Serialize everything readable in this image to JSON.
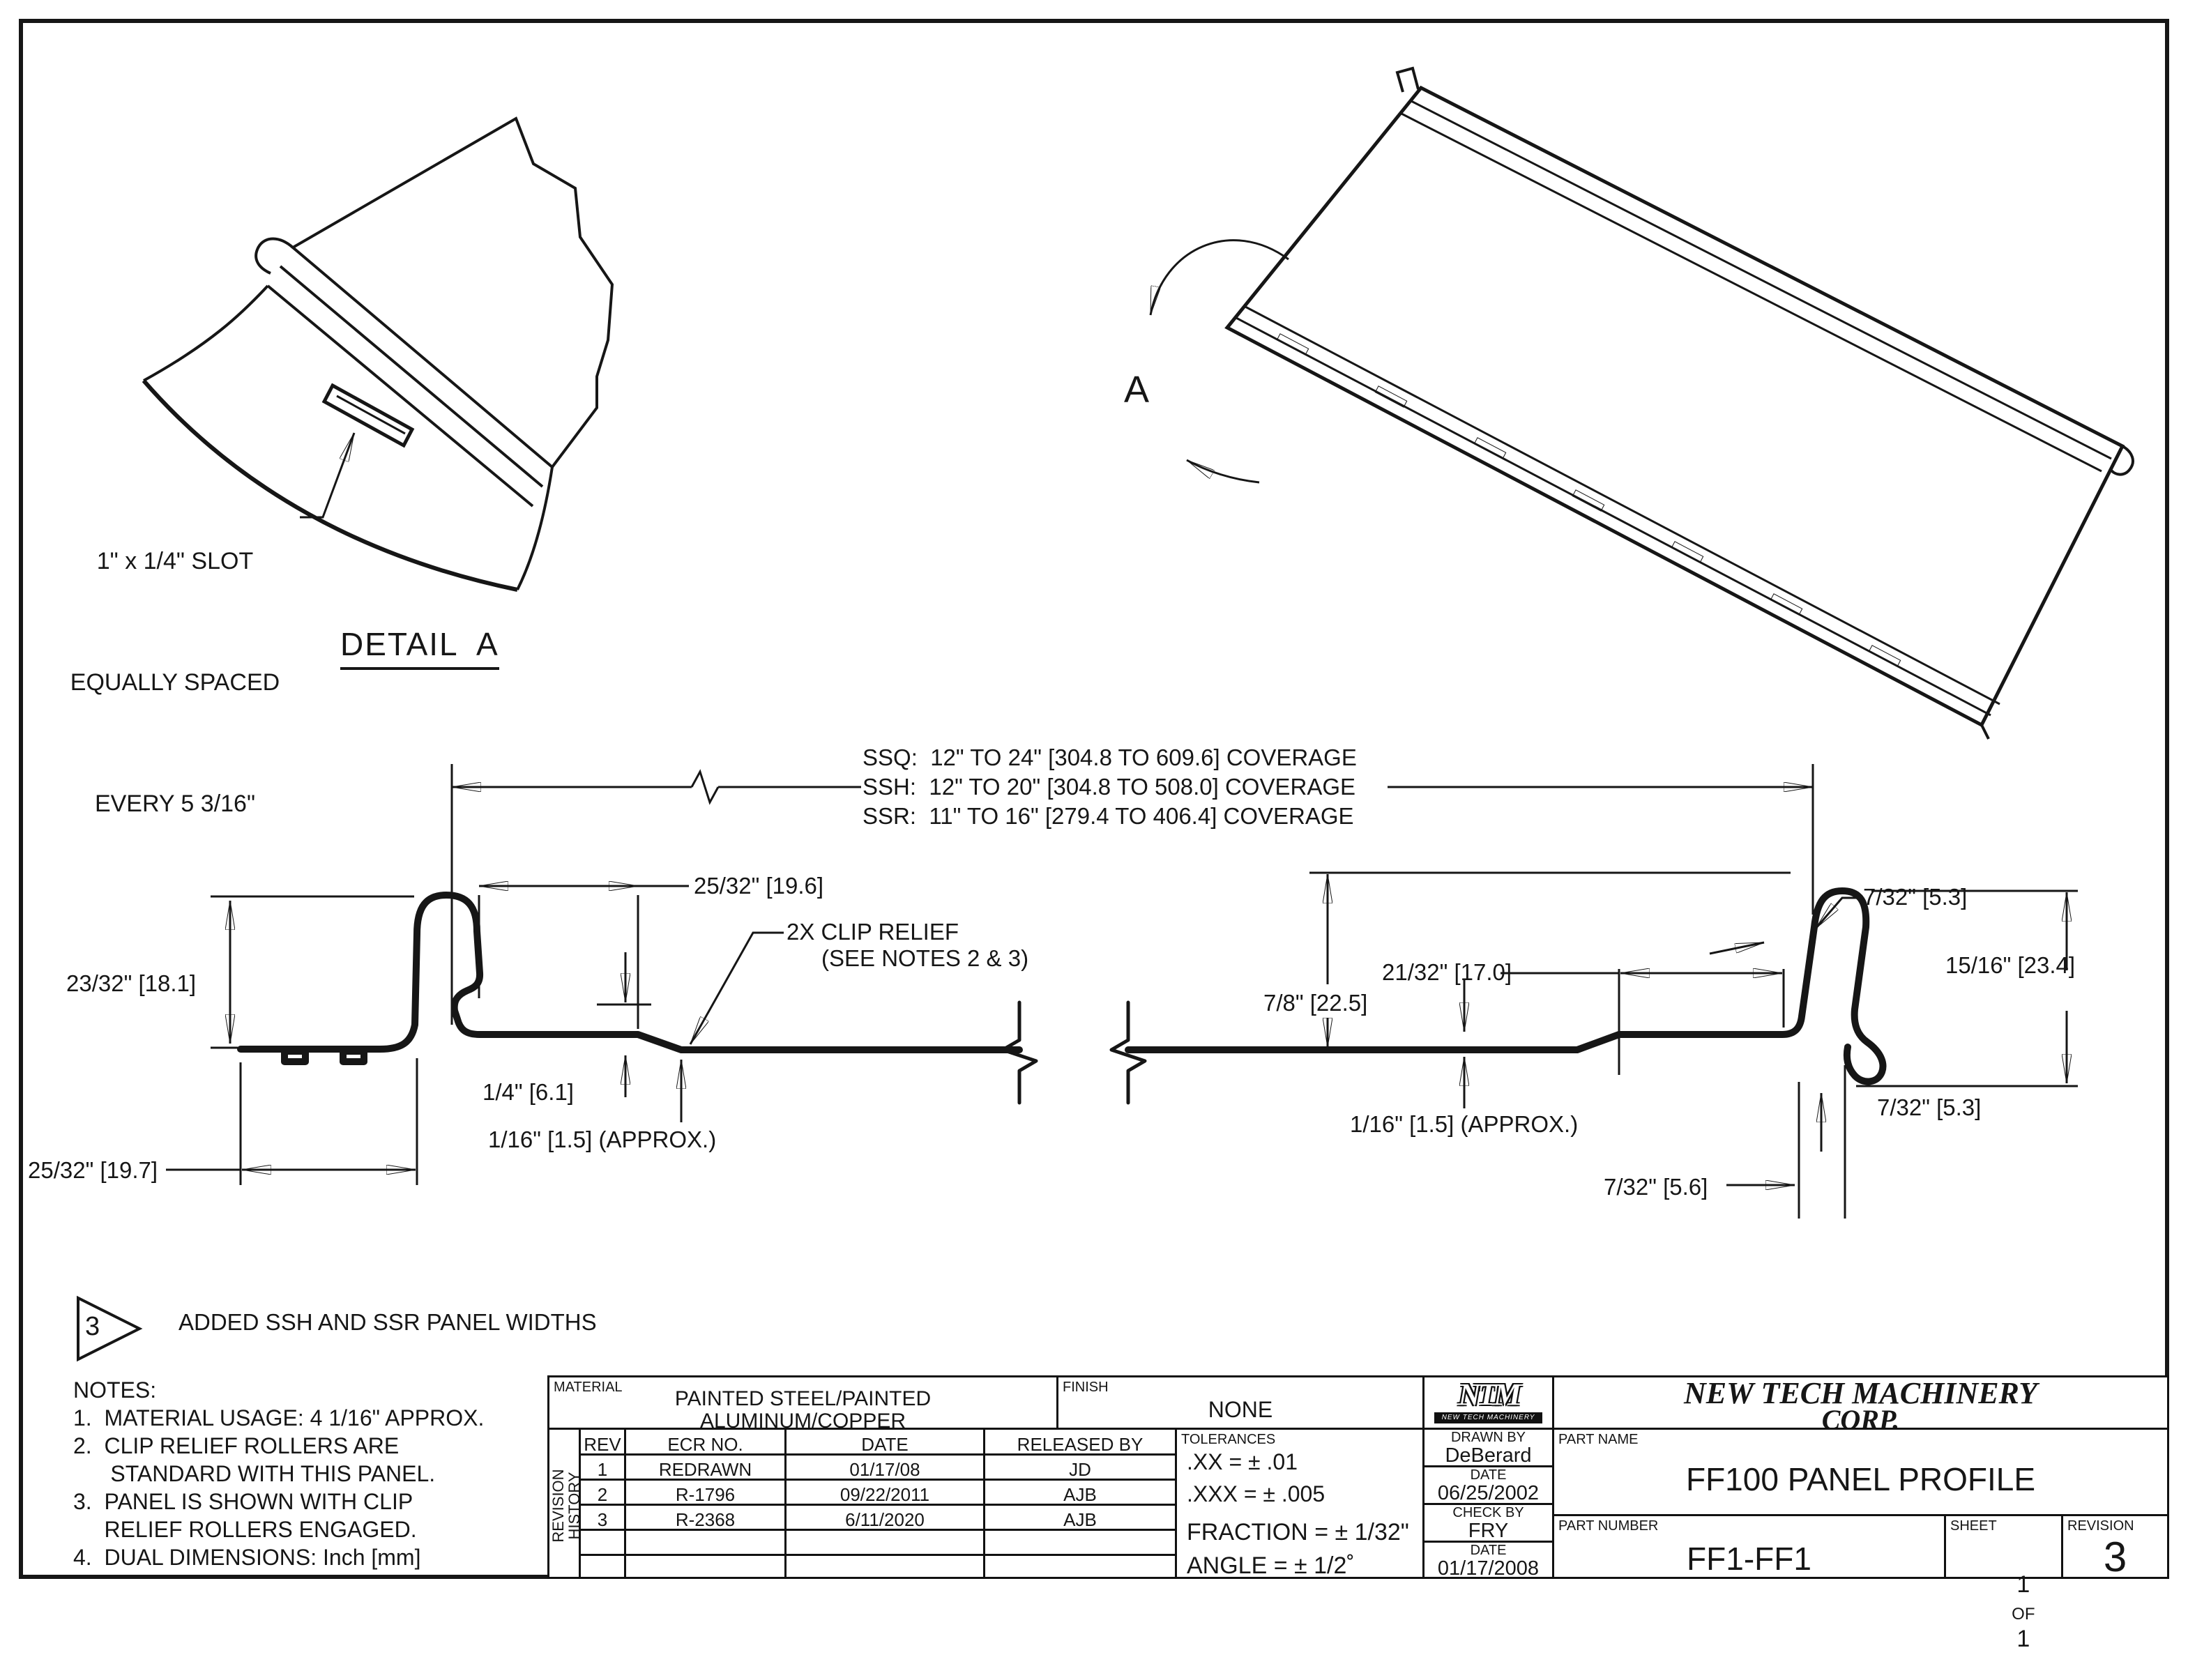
{
  "drawing": {
    "detail_a": {
      "slot_note_line1": "1\" x 1/4\" SLOT",
      "slot_note_line2": "EQUALLY SPACED",
      "slot_note_line3": "EVERY 5 3/16\"",
      "title": "DETAIL  A",
      "view_arrow_label": "A"
    },
    "coverage": {
      "ssq": "SSQ:  12\" TO 24\" [304.8 TO 609.6] COVERAGE",
      "ssh": "SSH:  12\" TO 20\" [304.8 TO 508.0] COVERAGE",
      "ssr": "SSR:  11\" TO 16\" [279.4 TO 406.4] COVERAGE"
    },
    "dimensions": {
      "left_height": "23/32\" [18.1]",
      "left_bottom_width": "25/32\" [19.7]",
      "left_top_width": "25/32\" [19.6]",
      "clip_relief_line1": "2X CLIP RELIEF",
      "clip_relief_line2": "(SEE NOTES 2 & 3)",
      "left_step": "1/4\" [6.1]",
      "left_offset": "1/16\" [1.5] (APPROX.)",
      "right_height": "7/8\" [22.5]",
      "right_top_width": "21/32\" [17.0]",
      "right_hook_top": "7/32\" [5.3]",
      "right_leg_height": "15/16\" [23.4]",
      "right_offset": "1/16\" [1.5] (APPROX.)",
      "right_step_width": "7/32\" [5.6]",
      "right_hook_bottom": "7/32\" [5.3]"
    },
    "revision_flag": {
      "number": "3",
      "text": "ADDED SSH AND SSR PANEL WIDTHS"
    },
    "notes": {
      "title": "NOTES:",
      "items": [
        "1.  MATERIAL USAGE: 4 1/16\" APPROX.",
        "2.  CLIP RELIEF ROLLERS ARE",
        "      STANDARD WITH THIS PANEL.",
        "3.  PANEL IS SHOWN WITH CLIP",
        "     RELIEF ROLLERS ENGAGED.",
        "4.  DUAL DIMENSIONS: Inch [mm]"
      ]
    }
  },
  "title_block": {
    "material_label": "MATERIAL",
    "material_value_line1": "PAINTED STEEL/PAINTED",
    "material_value_line2": "ALUMINUM/COPPER",
    "finish_label": "FINISH",
    "finish_value": "NONE",
    "revision_history_label": "REVISION HISTORY",
    "rev_table": {
      "headers": [
        "REV",
        "ECR NO.",
        "DATE",
        "RELEASED BY"
      ],
      "rows": [
        [
          "1",
          "REDRAWN",
          "01/17/08",
          "JD"
        ],
        [
          "2",
          "R-1796",
          "09/22/2011",
          "AJB"
        ],
        [
          "3",
          "R-2368",
          "6/11/2020",
          "AJB"
        ],
        [
          "",
          "",
          "",
          ""
        ],
        [
          "",
          "",
          "",
          ""
        ]
      ]
    },
    "tolerances": {
      "label": "TOLERANCES",
      "xx": ".XX = ± .01",
      "xxx": ".XXX = ± .005",
      "fraction": "FRACTION = ± 1/32\"",
      "angle": "ANGLE = ± 1/2˚"
    },
    "logo_text": "NTM",
    "logo_banner": "NEW TECH MACHINERY",
    "company_line1": "NEW TECH MACHINERY",
    "company_line2": "CORP.",
    "drawn_by_label": "DRAWN BY",
    "drawn_by": "DeBerard",
    "drawn_date_label": "DATE",
    "drawn_date": "06/25/2002",
    "check_by_label": "CHECK BY",
    "check_by": "FRY",
    "check_date_label": "DATE",
    "check_date": "01/17/2008",
    "part_name_label": "PART NAME",
    "part_name": "FF100 PANEL PROFILE",
    "part_number_label": "PART NUMBER",
    "part_number": "FF1-FF1",
    "sheet_label": "SHEET",
    "sheet_value_1": "1",
    "sheet_of": "OF",
    "sheet_value_2": "1",
    "revision_label": "REVISION",
    "revision_value": "3"
  }
}
